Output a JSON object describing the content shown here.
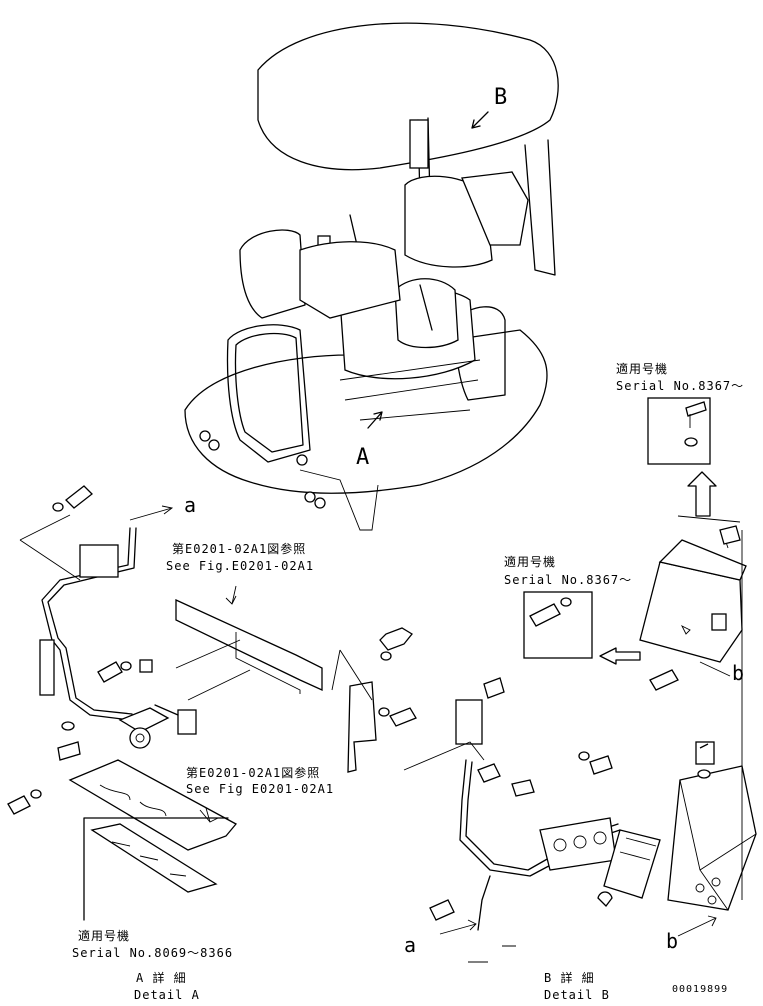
{
  "views": {
    "B": "B",
    "A": "A"
  },
  "callouts": {
    "a_top": "a",
    "a_bottom": "a",
    "b_right": "b",
    "b_bottom": "b"
  },
  "notes": {
    "fig_ref_1_jp": "第E0201-02A1図参照",
    "fig_ref_1_en": "See Fig.E0201-02A1",
    "fig_ref_2_jp": "第E0201-02A1図参照",
    "fig_ref_2_en": "See Fig E0201-02A1",
    "serial_1_jp": "適用号機",
    "serial_1_en": "Serial No.8367～",
    "serial_2_jp": "適用号機",
    "serial_2_en": "Serial No.8367～",
    "serial_3_jp": "適用号機",
    "serial_3_en": "Serial No.8069～8366"
  },
  "details": {
    "a_jp": "A 詳 細",
    "a_en": "Detail A",
    "b_jp": "B 詳 細",
    "b_en": "Detail B"
  },
  "drawing_number": "00019899"
}
